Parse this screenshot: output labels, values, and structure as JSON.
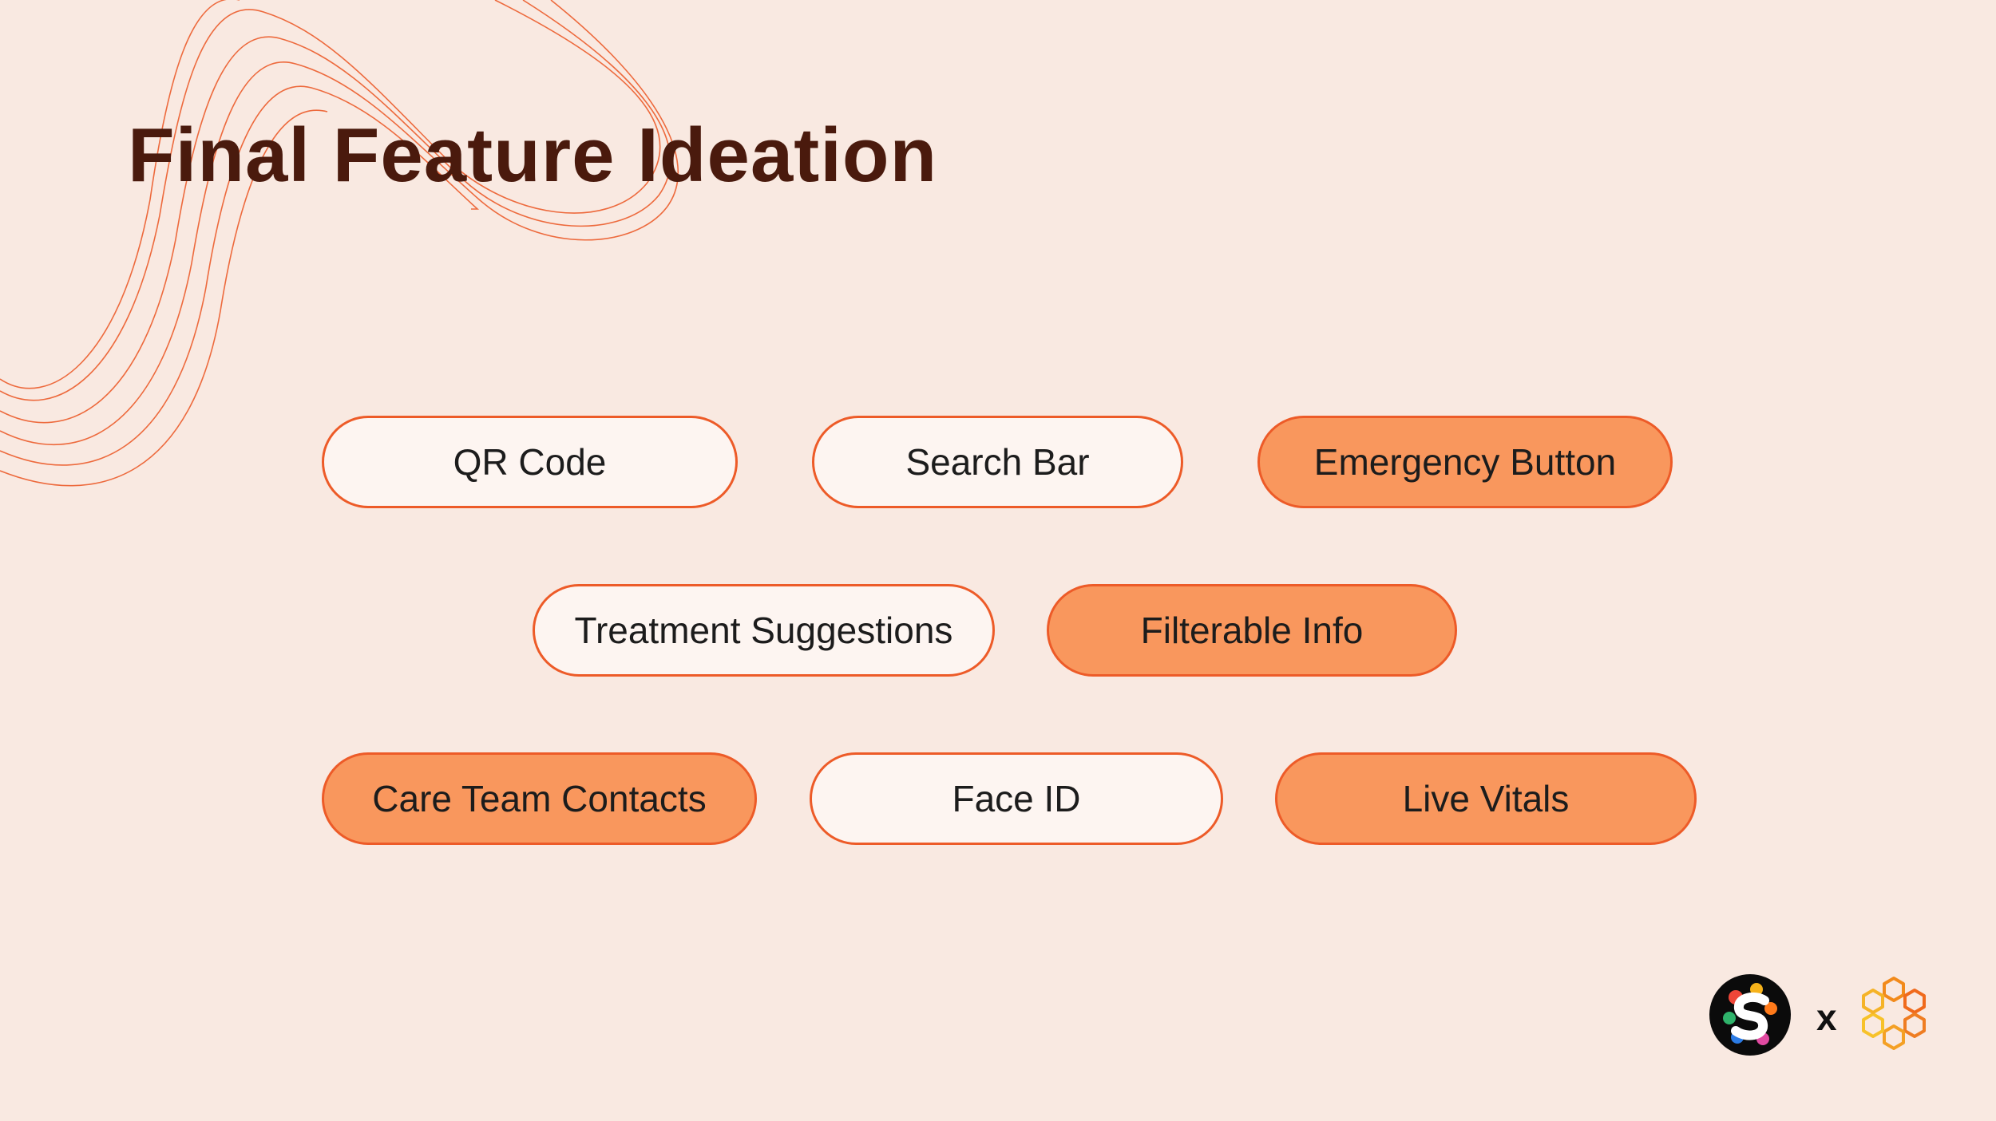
{
  "slide": {
    "title": "Final Feature Ideation",
    "colors": {
      "background": "#f9e9e1",
      "title": "#4a1a0d",
      "accent": "#ed5b28",
      "highlight_fill": "#f9975d"
    }
  },
  "features": [
    {
      "label": "QR Code",
      "highlighted": false
    },
    {
      "label": "Search Bar",
      "highlighted": false
    },
    {
      "label": "Emergency Button",
      "highlighted": true
    },
    {
      "label": "Treatment Suggestions",
      "highlighted": false
    },
    {
      "label": "Filterable Info",
      "highlighted": true
    },
    {
      "label": "Care Team Contacts",
      "highlighted": true
    },
    {
      "label": "Face ID",
      "highlighted": false
    },
    {
      "label": "Live Vitals",
      "highlighted": true
    }
  ],
  "footer": {
    "left_logo_icon": "s-mark-logo-icon",
    "separator": "x",
    "right_logo_icon": "hexagon-ring-logo-icon"
  }
}
